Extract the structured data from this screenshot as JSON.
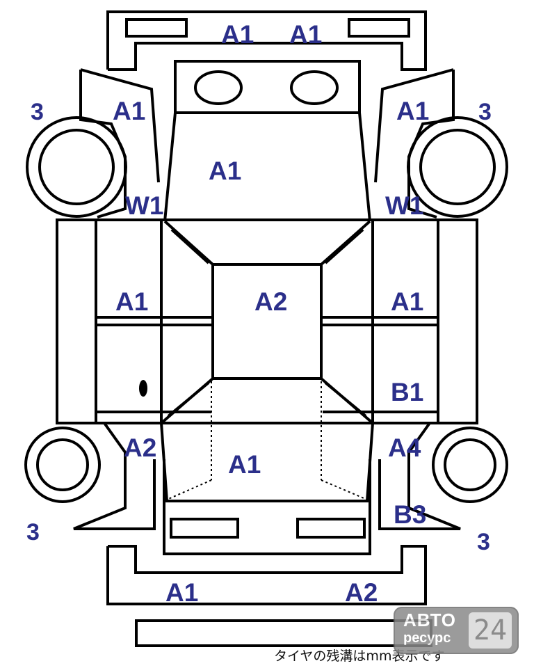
{
  "labels": {
    "front_bumper_left": "A1",
    "front_bumper_right": "A1",
    "fender_front_left": "A1",
    "fender_front_right": "A1",
    "hood": "A1",
    "windshield_left": "W1",
    "windshield_right": "W1",
    "door_front_left": "A1",
    "roof": "A2",
    "door_front_right": "A1",
    "door_rear_right": "B1",
    "quarter_rear_left": "A2",
    "quarter_rear_right": "A4",
    "trunk": "A1",
    "rear_corner_right": "B3",
    "rear_bumper_left": "A1",
    "rear_bumper_right": "A2"
  },
  "tread": {
    "front_left": "3",
    "front_right": "3",
    "rear_left": "3",
    "rear_right": "3"
  },
  "footnote": "タイヤの残溝はmm表示です",
  "watermark": {
    "line1": "АВТО",
    "line2": "ресурс",
    "digits": "24"
  },
  "colors": {
    "label": "#2b2f8a",
    "lines": "#000000"
  }
}
